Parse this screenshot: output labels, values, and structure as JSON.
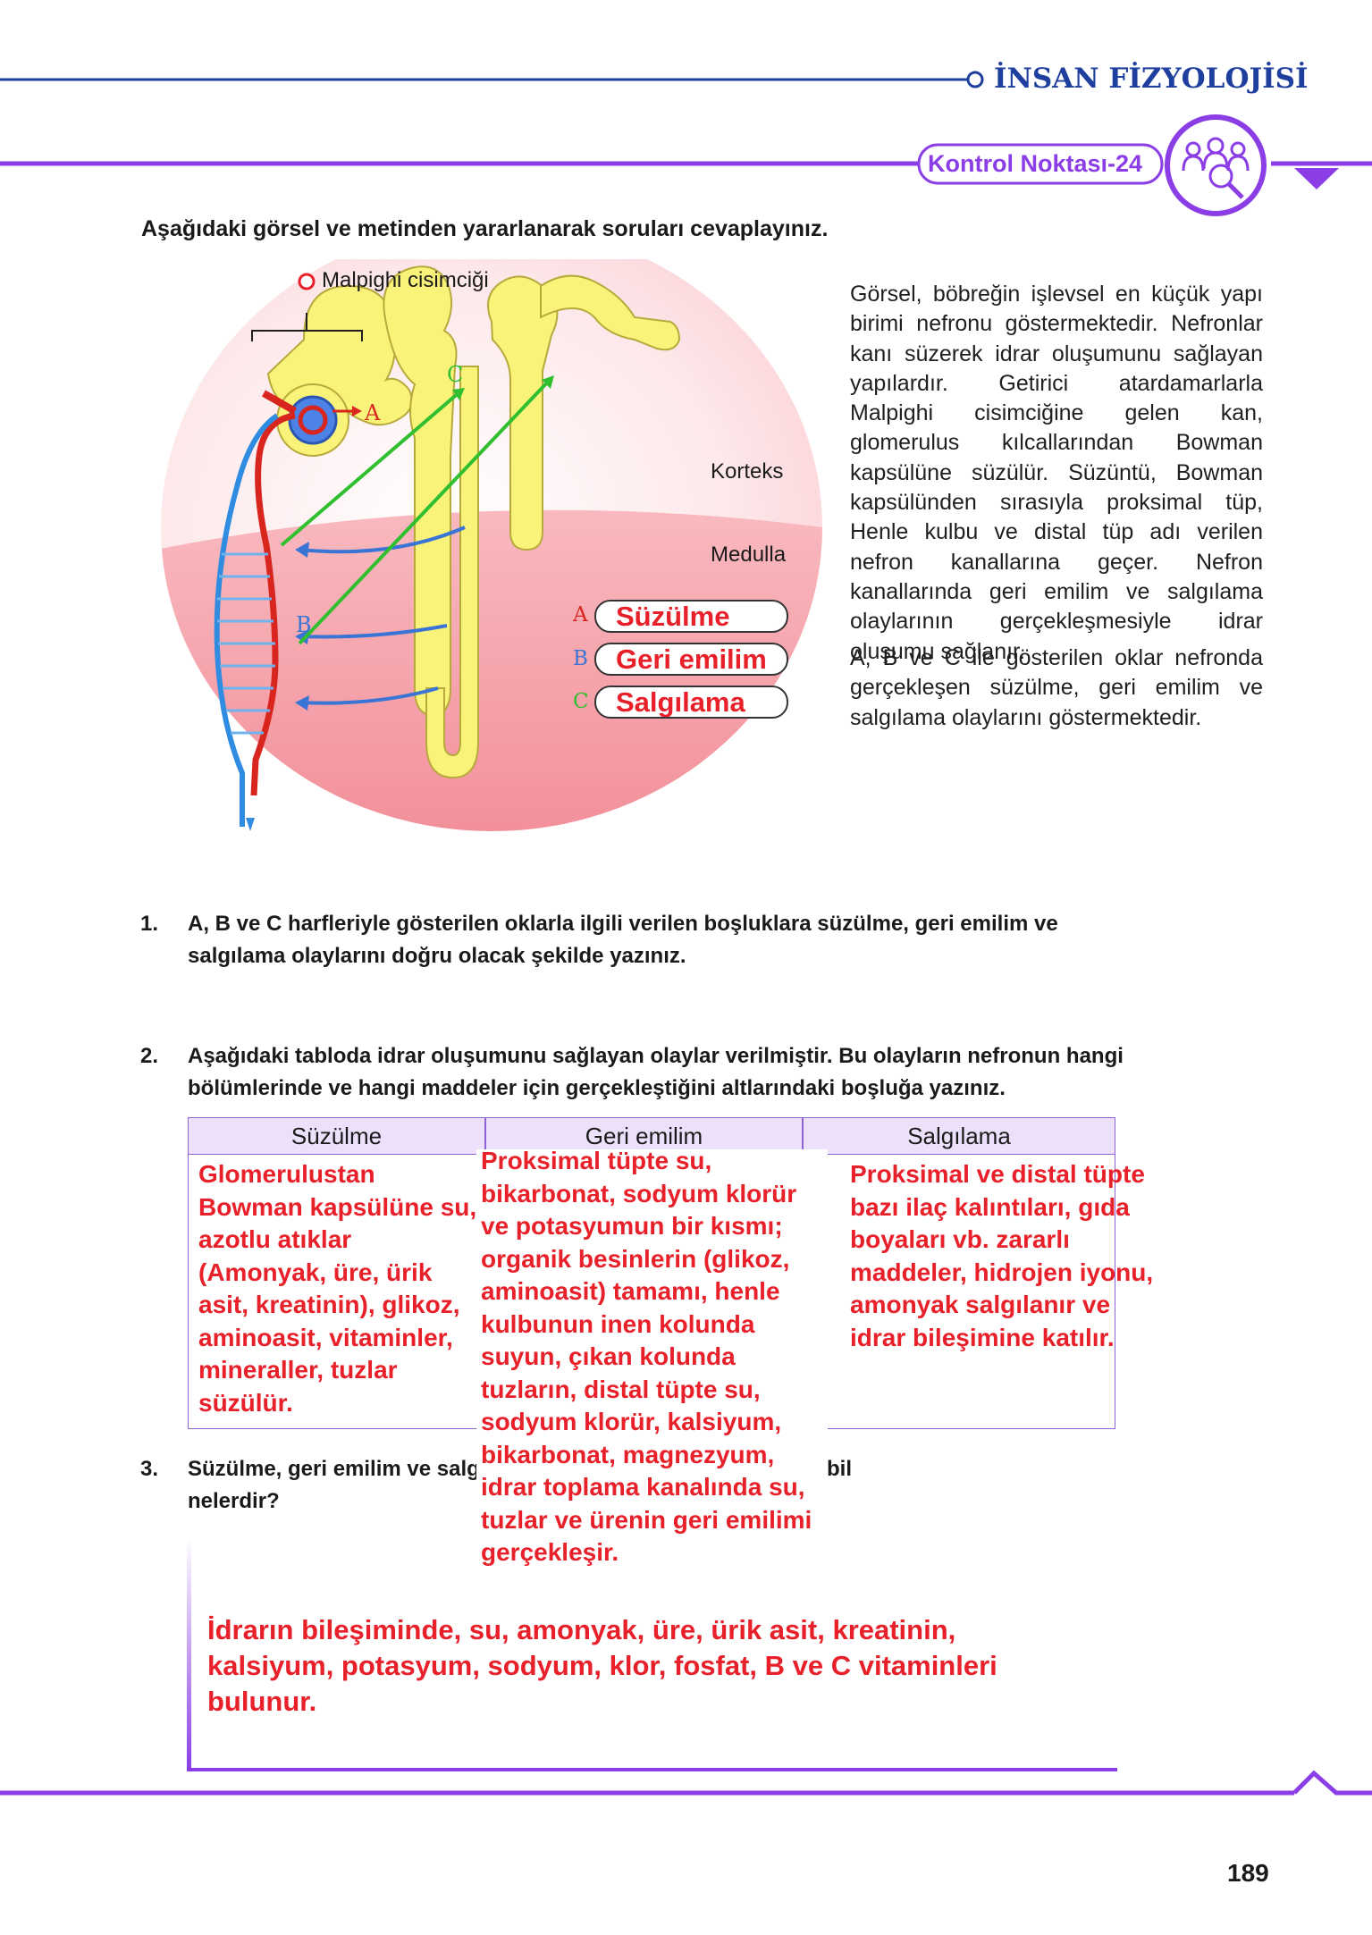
{
  "header": {
    "section_title": "İNSAN FİZYOLOJİSİ",
    "badge": "Kontrol Noktası-24",
    "icon": "people-magnifier-icon",
    "colors": {
      "blue_line": "#1f3f9f",
      "purple": "#8b3ee6",
      "answer_red": "#e8202a"
    }
  },
  "instruction": "Aşağıdaki görsel ve metinden yararlanarak soruları cevaplayınız.",
  "figure": {
    "label_malpighi": "Malpighi cisimciği",
    "label_korteks": "Korteks",
    "label_medulla": "Medulla",
    "arrow_a": "A",
    "arrow_b": "B",
    "arrow_c": "C",
    "answers": [
      {
        "letter": "A",
        "text": "Süzülme"
      },
      {
        "letter": "B",
        "text": "Geri emilim"
      },
      {
        "letter": "C",
        "text": "Salgılama"
      }
    ]
  },
  "side_text": [
    "Görsel, böbreğin işlevsel en küçük yapı birimi nefronu göstermektedir. Nefronlar kanı süzerek idrar oluşumunu sağlayan yapılardır. Getirici atardamarlarla Malpighi cisimciğine gelen kan, glomerulus kılcallarından Bowman kapsülüne süzülür. Süzüntü, Bowman kapsülünden sırasıyla proksimal tüp, Henle kulbu ve distal tüp adı verilen nefron kanallarına geçer. Nefron kanallarında geri emilim ve salgılama olaylarının gerçekleşmesiyle idrar oluşumu sağlanır.",
    "A, B ve C ile gösterilen oklar nefronda gerçekleşen süzülme, geri emilim ve salgılama olaylarını göstermektedir."
  ],
  "questions": [
    {
      "num": "1.",
      "text": "A, B ve C harfleriyle gösterilen oklarla ilgili verilen boşluklara süzülme, geri emilim ve salgılama olaylarını doğru olacak şekilde yazınız."
    },
    {
      "num": "2.",
      "text": "Aşağıdaki tabloda idrar oluşumunu sağlayan olaylar verilmiştir. Bu olayların nefronun hangi bölümlerinde ve hangi maddeler için gerçekleştiğini altlarındaki boşluğa yazınız."
    },
    {
      "num": "3.",
      "text_left": "Süzülme, geri emilim ve salg",
      "text_right": "bil",
      "line2": "nelerdir?"
    }
  ],
  "table": {
    "headers": [
      "Süzülme",
      "Geri emilim",
      "Salgılama"
    ],
    "answers": [
      "Glomerulustan Bowman kapsülüne su, azotlu atıklar (Amonyak, üre, ürik asit, kreatinin), glikoz, aminoasit, vitaminler, mineraller, tuzlar süzülür.",
      "Proksimal tüpte su, bikarbonat, sodyum klorür ve potasyumun bir kısmı; organik besinlerin (glikoz, aminoasit) tamamı, henle kulbunun inen kolunda suyun, çıkan kolunda tuzların, distal tüpte su, sodyum klorür, kalsiyum, bikarbonat, magnezyum, idrar toplama kanalında su, tuzlar ve ürenin geri emilimi gerçekleşir.",
      "Proksimal ve distal tüpte bazı ilaç kalıntıları, gıda boyaları vb. zararlı maddeler, hidrojen iyonu, amonyak salgılanır ve idrar bileşimine katılır."
    ]
  },
  "answer3": "İdrarın bileşiminde, su, amonyak, üre, ürik asit, kreatinin, kalsiyum, potasyum, sodyum, klor, fosfat, B ve C vitaminleri bulunur.",
  "page_number": "189"
}
